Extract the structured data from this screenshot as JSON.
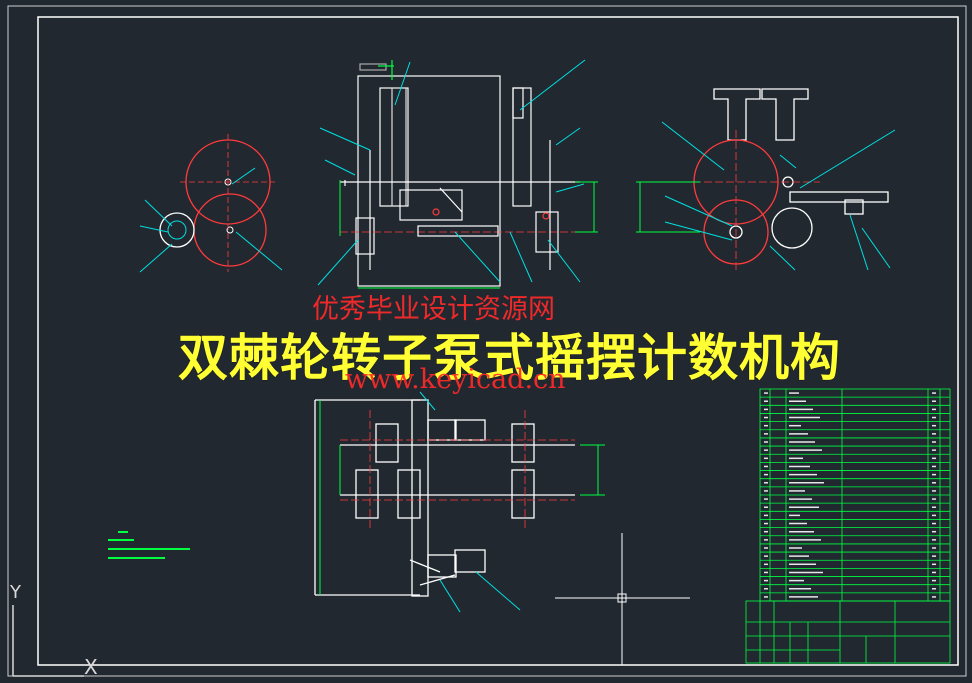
{
  "drawing": {
    "title": "双棘轮转子泵式摇摆计数机构",
    "watermark_cn": "优秀毕业设计资源网",
    "watermark_url": "www.keyicad.cn"
  },
  "ucs": {
    "y_label": "Y",
    "x_label": "X"
  },
  "colors": {
    "background": "#212830",
    "frame": "#ffffff",
    "outline": "#ffffff",
    "center_lines": "#ff3030",
    "leaders": "#00e0e0",
    "dimensions": "#00ff40",
    "title_block": "#00ff40",
    "title_text": "#ffff33",
    "watermark": "#ff2a2a"
  },
  "icons": {
    "ucs": "ucs-axis-icon",
    "crosshair": "cad-crosshair-icon"
  }
}
